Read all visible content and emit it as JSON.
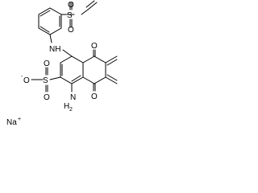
{
  "molecule": {
    "atom_labels": {
      "sulfone_s": "S",
      "sulfone_o_top": "O",
      "sulfone_o_bottom": "O",
      "nh_bridge": "NH",
      "ketone_o_top": "O",
      "ketone_o_bottom": "O",
      "sulfonate_s": "S",
      "sulfonate_o_top": "O",
      "sulfonate_o_bottom": "O",
      "sulfonate_o_minus": "O",
      "minus_charge": "-",
      "amino_n": "N",
      "amino_h": "H",
      "amino_sub": "2",
      "sodium": "Na",
      "sodium_charge": "+"
    }
  }
}
